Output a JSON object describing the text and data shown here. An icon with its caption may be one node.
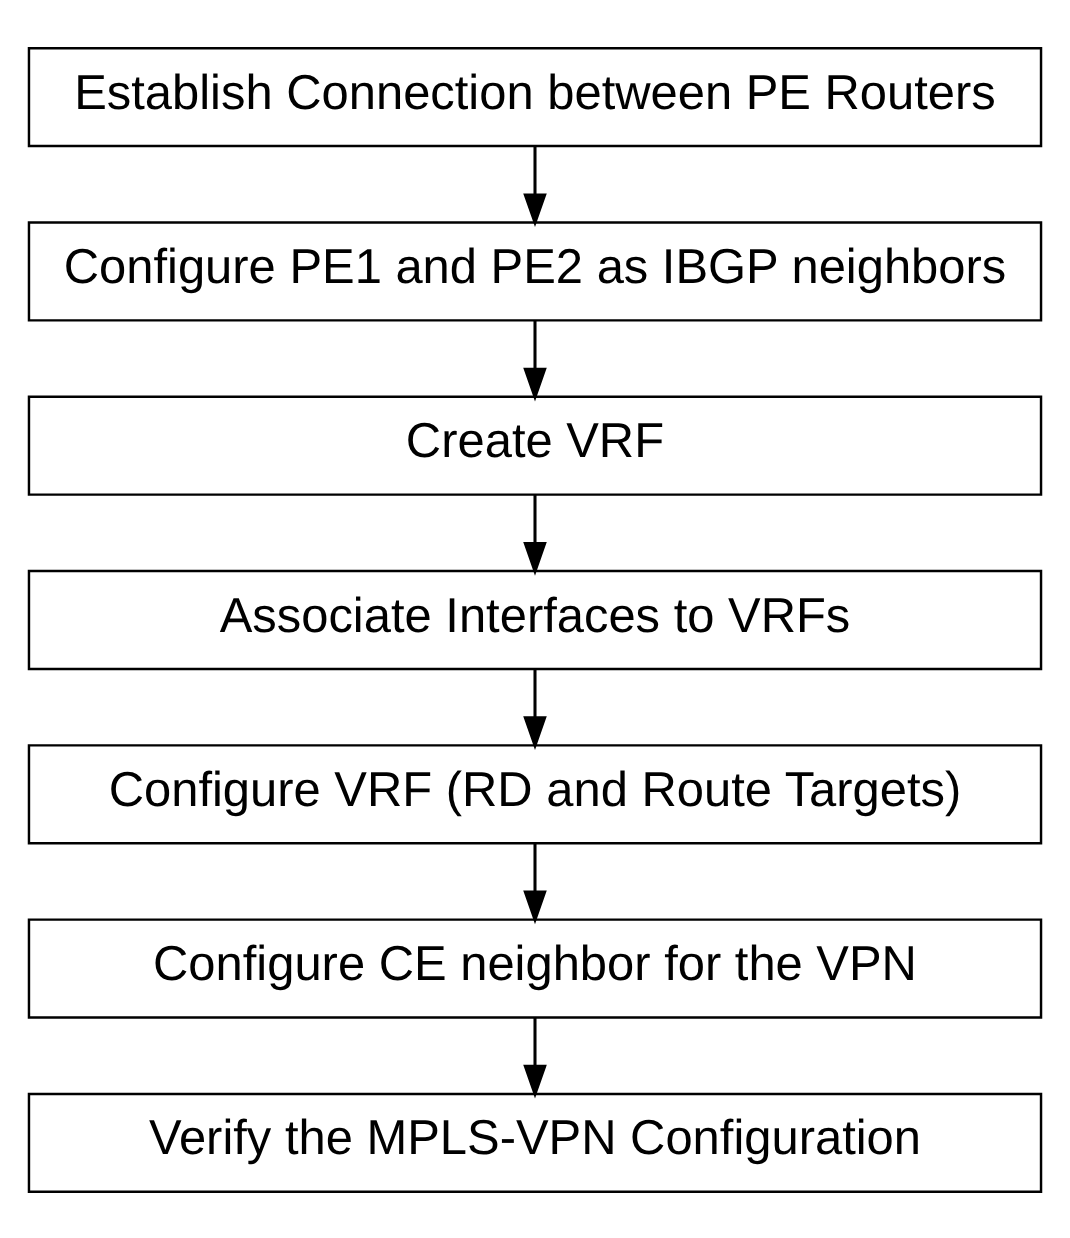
{
  "diagram": {
    "nodes": [
      {
        "text": [
          "Establish Connection between PE Routers"
        ]
      },
      {
        "text": [
          "Configure PE1 and PE2 as IBGP neighbors"
        ]
      },
      {
        "text": [
          "Create VRF"
        ]
      },
      {
        "text": [
          "Associate Interfaces to VRFs"
        ]
      },
      {
        "text": [
          "Configure VRF (RD and Route Targets)"
        ]
      },
      {
        "text": [
          "Configure CE neighbor for the VPN"
        ]
      },
      {
        "text": [
          "Verify the MPLS-VPN Configuration"
        ]
      }
    ],
    "edges": [
      {
        "from": 0,
        "to": 1,
        "arrow": "to"
      },
      {
        "from": 1,
        "to": 2,
        "arrow": "to"
      },
      {
        "from": 2,
        "to": 3,
        "arrow": "to"
      },
      {
        "from": 3,
        "to": 4,
        "arrow": "to"
      },
      {
        "from": 4,
        "to": 5,
        "arrow": "to"
      },
      {
        "from": 5,
        "to": 6,
        "arrow": "to"
      }
    ]
  }
}
